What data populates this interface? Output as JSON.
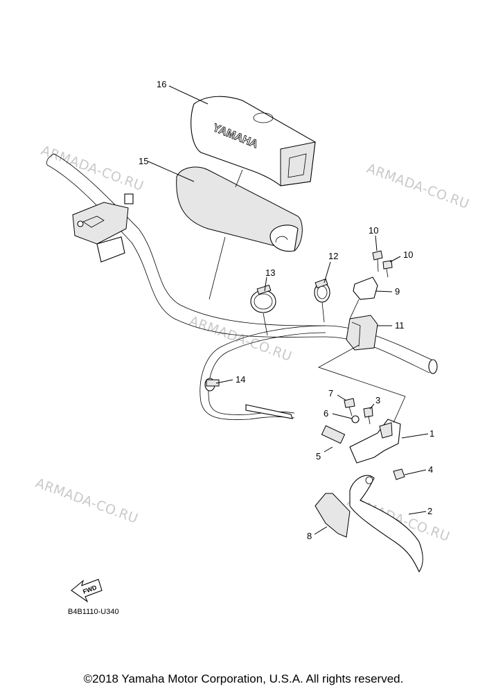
{
  "watermarks": [
    "ARMADA-CO.RU",
    "ARMADA-CO.RU",
    "ARMADA-CO.RU",
    "ARMADA-CO.RU",
    "ARMADA-CO.RU"
  ],
  "callouts": [
    "1",
    "2",
    "3",
    "4",
    "5",
    "6",
    "7",
    "8",
    "9",
    "10",
    "10",
    "11",
    "12",
    "13",
    "14",
    "15",
    "16"
  ],
  "pad_logo": "YAMAHA",
  "fwd_label": "FWD",
  "diagram_code": "B4B1110-U340",
  "copyright": "©2018 Yamaha Motor Corporation, U.S.A. All rights reserved."
}
